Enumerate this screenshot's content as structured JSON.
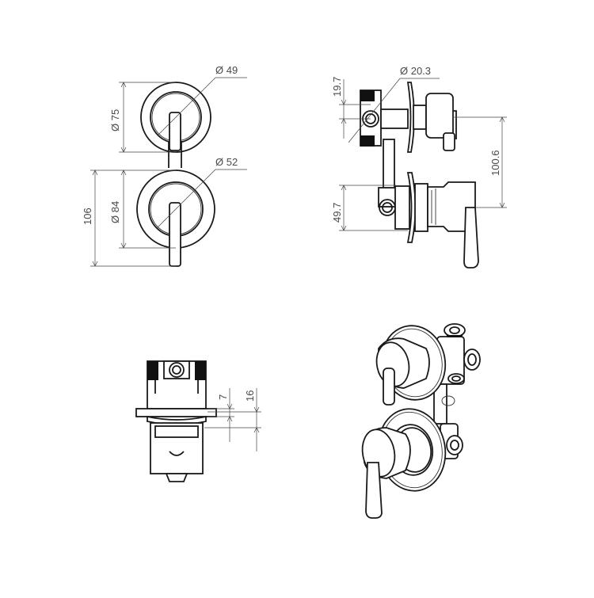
{
  "dimensions": {
    "front_view": {
      "top_plate_diameter": "Ø 75",
      "top_knob_diameter": "Ø 49",
      "bottom_plate_diameter": "Ø 84",
      "bottom_knob_diameter": "Ø 52",
      "overall_height": "106"
    },
    "side_view": {
      "port_diameter": "Ø 20.3",
      "top_offset": "19.7",
      "bottom_offset": "49.7",
      "centre_distance": "100.6"
    },
    "top_view": {
      "plate_to_body": "7",
      "plate_to_knob": "16"
    }
  },
  "views": [
    "front-view",
    "side-view",
    "top-view",
    "isometric-view"
  ]
}
